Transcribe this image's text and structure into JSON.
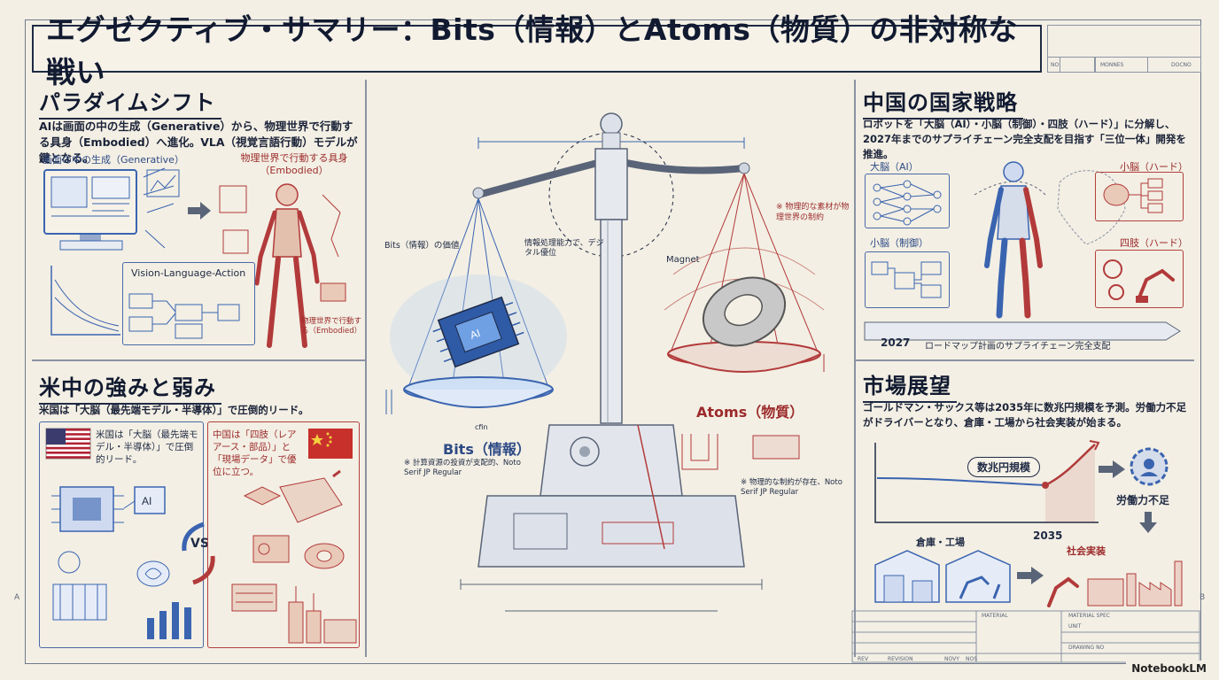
{
  "title": "エグゼクティブ・サマリー：Bits（情報）とAtoms（物質）の非対称な戦い",
  "title_block": {
    "c1": "MATERIAL",
    "c2": "MATERIAL SPEC",
    "c3": "UNIT",
    "c4": "DRAWING NO",
    "r1": "REV",
    "r2": "REVISION",
    "r3": "NOVY",
    "r4": "NOS",
    "hdr1": "MONNES",
    "hdr2": "DOCNO",
    "hdr3": "NO"
  },
  "paradigm": {
    "heading": "パラダイムシフト",
    "body": "AIは画面の中の生成（Generative）から、物理世界で行動する具身（Embodied）へ進化。VLA（視覚言語行動）モデルが鍵となる。",
    "left_label": "画面の中の生成（Generative）",
    "right_label": "物理世界で行動する具身（Embodied）",
    "vla_label": "Vision-Language-Action",
    "small_right": "物理世界で行動する（Embodied）"
  },
  "us_china": {
    "heading": "米中の強みと弱み",
    "body": "米国は「大脳（最先端モデル・半導体）」で圧倒的リード。",
    "us_text": "米国は「大脳（最先端モデル・半導体）」で圧倒的リード。",
    "cn_text": "中国は「四肢（レアアース・部品）」と「現場データ」で優位に立つ。",
    "ai_chip": "AI",
    "vs": "VS"
  },
  "center": {
    "bits_label": "Bits（情報）",
    "bits_small": "Bits（情報）の価値",
    "bits_note": "※ 計算資源の投資が支配的、Noto Serif JP Regular",
    "atoms_label": "Atoms（物質）",
    "atoms_note": "※ 物理的な制約が存在、Noto Serif JP Regular",
    "magnet": "Magnet",
    "note_top": "情報処理能力で、デジタル優位",
    "note_right": "※ 物理的な素材が物理世界の制約",
    "dim": "cfin"
  },
  "china_strategy": {
    "heading": "中国の国家戦略",
    "body": "ロボットを「大脳（AI）・小脳（制御）・四肢（ハード）」に分解し、2027年までのサプライチェーン完全支配を目指す「三位一体」開発を推進。",
    "brain": "大脳（AI）",
    "cerebellum": "小脳（制御）",
    "limbs_top": "小脳（ハード）",
    "limbs": "四肢（ハード）",
    "year": "2027",
    "roadmap": "ロードマップ計画のサプライチェーン完全支配"
  },
  "market": {
    "heading": "市場展望",
    "body": "ゴールドマン・サックス等は2035年に数兆円規模を予測。労働力不足がドライバーとなり、倉庫・工場から社会実装が始まる。",
    "bubble": "数兆円規模",
    "year": "2035",
    "labor": "労働力不足",
    "warehouse": "倉庫・工場",
    "social": "社会実装"
  },
  "brand": "NotebookLM",
  "colors": {
    "ink": "#1f2a44",
    "blue": "#3a64b0",
    "red": "#b23a3a",
    "paper": "#f3efe4"
  }
}
